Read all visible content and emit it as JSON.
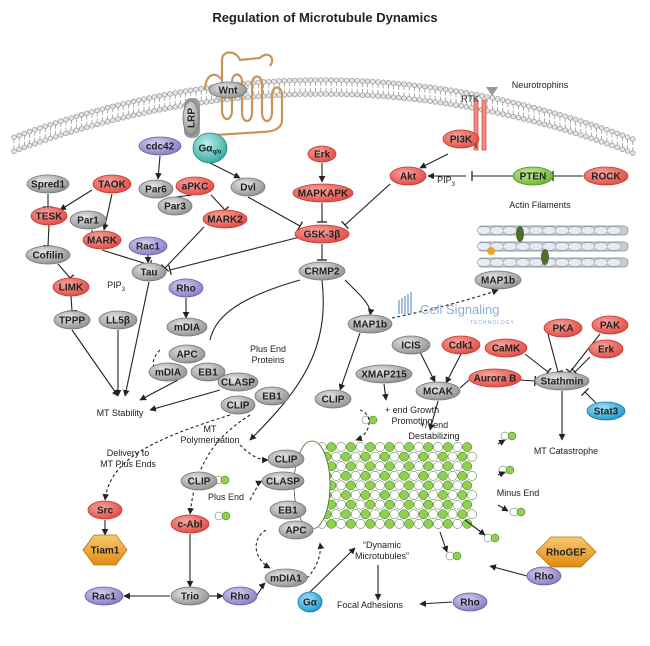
{
  "title": "Regulation of Microtubule Dynamics",
  "watermark": {
    "line1": "Cell Signaling",
    "line2": "TECHNOLOGY"
  },
  "colors": {
    "red": "#ea5a5a",
    "gray": "#b0b0b0",
    "purple": "#a79ad1",
    "green": "#7fc441",
    "cyan": "#2bb3e3",
    "orange": "#f0a328",
    "teal": "#4fbfb6"
  },
  "labels": {
    "rtk": "RTK",
    "neurotrophins": "Neurotrophins",
    "pip3_top": "PIP3",
    "pip3_left": "PIP3",
    "actin_filaments": "Actin Filaments",
    "plus_end_proteins": "Plus End\nProteins",
    "mt_stability": "MT Stability",
    "mt_polymerization": "MT\nPolymerization",
    "delivery": "Delivery to\nMT Plus Ends",
    "plus_end": "Plus End",
    "minus_end": "Minus End",
    "growth_promoting": "+ end Growth\nPromoting",
    "destabilizing": "+/- end\nDestabilizing",
    "mt_catastrophe": "MT Catastrophe",
    "dynamic_mt": "“Dynamic\nMicrotubules”",
    "focal_adhesions": "Focal Adhesions"
  },
  "nodes": {
    "wnt": "Wnt",
    "lrp": "LRP",
    "galpha_qo": "Gαq/o",
    "pi3k": "PI3K",
    "erk1": "Erk",
    "mapkapk": "MAPKAPK",
    "gsk3b": "GSK-3β",
    "akt": "Akt",
    "pten": "PTEN",
    "rock": "ROCK",
    "cdc42": "cdc42",
    "par6": "Par6",
    "apkc": "aPKC",
    "par3": "Par3",
    "dvl": "Dvl",
    "mark2": "MARK2",
    "spred1": "Spred1",
    "taok": "TAOK",
    "tesk": "TESK",
    "par1": "Par1",
    "mark": "MARK",
    "rac1_a": "Rac1",
    "cofilin": "Cofilin",
    "tau": "Tau",
    "limk": "LIMK",
    "rho1": "Rho",
    "tppp": "TPPP",
    "ll5b": "LL5β",
    "mdia": "mDIA",
    "crmp2": "CRMP2",
    "map1b_actin": "MAP1b",
    "map1b": "MAP1b",
    "apc1": "APC",
    "mdia2": "mDIA",
    "eb1_1": "EB1",
    "clasp1": "CLASP",
    "eb1_2": "EB1",
    "clip1": "CLIP",
    "icis": "ICIS",
    "cdk1": "Cdk1",
    "pka": "PKA",
    "pak": "PAK",
    "camk": "CaMK",
    "erk2": "Erk",
    "xmap215": "XMAP215",
    "mcak": "MCAK",
    "aurorab": "Aurora B",
    "stathmin": "Stathmin",
    "stat3": "Stat3",
    "clip2": "CLIP",
    "clip3": "CLIP",
    "clasp2": "CLASP",
    "eb1_3": "EB1",
    "apc2": "APC",
    "clip4": "CLIP",
    "src": "Src",
    "tiam1": "Tiam1",
    "cabl": "c-Abl",
    "rac1_b": "Rac1",
    "trio": "Trio",
    "rho2": "Rho",
    "mdia1": "mDIA1",
    "galpha": "Gα",
    "rho3": "Rho",
    "rhogef": "RhoGEF",
    "rho4": "Rho"
  }
}
